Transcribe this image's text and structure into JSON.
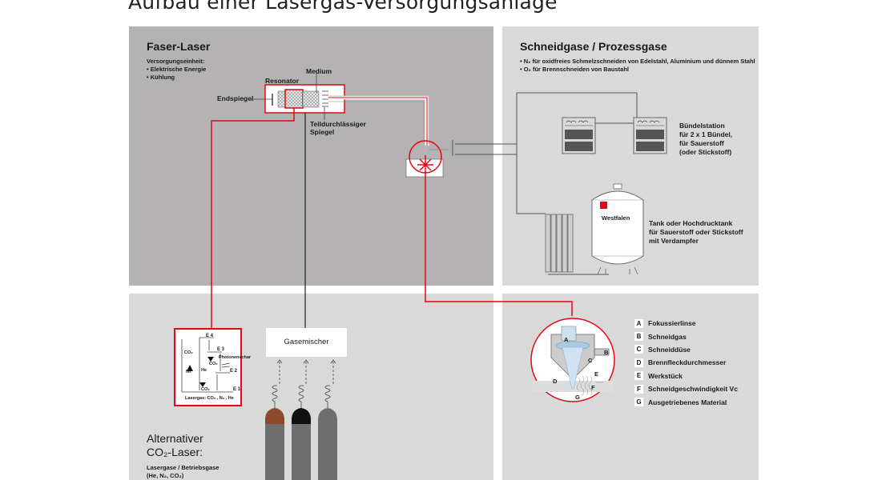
{
  "title": "Aufbau einer Lasergas-Versorgungsanlage",
  "colors": {
    "accent_red": "#e30613",
    "panel_dark": "#b4b2b3",
    "panel_light": "#d9d9d9",
    "line_gray": "#555555",
    "cylinder_brown": "#8b4a2b",
    "cylinder_black": "#111111",
    "cylinder_gray": "#6e6e6e"
  },
  "faser": {
    "heading": "Faser-Laser",
    "supply_label": "Versorgungseinheit:",
    "supply_items": [
      "• Elektrische Energie",
      "• Kühlung"
    ],
    "resonator_label": "Resonator",
    "medium_label": "Medium",
    "endspiegel_label": "Endspiegel",
    "spiegel_label_line1": "Teildurchlässiger",
    "spiegel_label_line2": "Spiegel"
  },
  "schneid": {
    "heading": "Schneidgase / Prozessgase",
    "items": [
      "• N₂ für oxidfreies Schmelzschneiden von Edelstahl, Aluminium und dünnem Stahl",
      "• O₂ für Brennschneiden von Baustahl"
    ],
    "buendel_label": [
      "Bündelstation",
      "für 2 x 1 Bündel,",
      "für Sauerstoff",
      "(oder Stickstoff)"
    ],
    "tank_brand": "Westfalen",
    "tank_label": [
      "Tank oder Hochdrucktank",
      "für Sauerstoff oder Stickstoff",
      "mit Verdampfer"
    ]
  },
  "co2": {
    "heading_line1": "Alternativer",
    "heading_line2": "CO₂-Laser:",
    "gases_line1": "Lasergase / Betriebsgase",
    "gases_line2": "(He, N₂, CO₂)",
    "mixer_label": "Gasemischer",
    "energy": {
      "e4": "E 4",
      "e3": "E 3",
      "e2": "E 2",
      "e1": "E 1",
      "co2_left": "CO₂",
      "n2_left": "N₂",
      "he": "He",
      "co2_mid": "CO₂",
      "co2_low": "CO₂",
      "photon": "Photonenschar",
      "footer": "Lasergas: CO₂ , N₂ , He"
    }
  },
  "optik": {
    "labels": {
      "A": "A",
      "B": "B",
      "C": "C",
      "D": "D",
      "E": "E",
      "F": "F",
      "G": "G"
    },
    "legend": [
      {
        "key": "A",
        "text": "Fokussierlinse"
      },
      {
        "key": "B",
        "text": "Schneidgas"
      },
      {
        "key": "C",
        "text": "Schneiddüse"
      },
      {
        "key": "D",
        "text": "Brennfleckdurchmesser"
      },
      {
        "key": "E",
        "text": "Werkstück"
      },
      {
        "key": "F",
        "text": "Schneidgeschwindigkeit Vc"
      },
      {
        "key": "G",
        "text": "Ausgetriebenes Material"
      }
    ]
  }
}
